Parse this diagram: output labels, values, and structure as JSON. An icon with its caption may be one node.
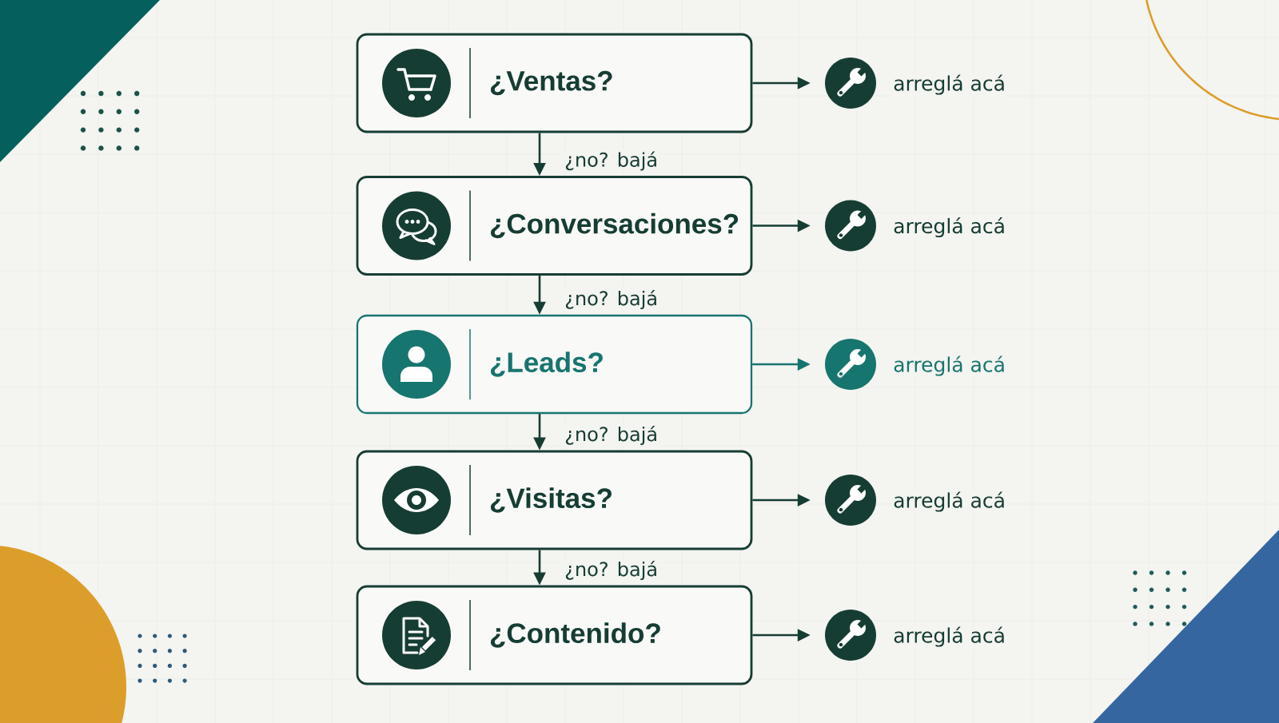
{
  "diagram": {
    "nodes": [
      {
        "text": [
          "¿Ventas?"
        ]
      },
      {
        "text": [],
        "shape": "circle",
        "beside": [
          "arreglá acá"
        ]
      },
      {
        "text": [
          "¿Conversaciones?"
        ]
      },
      {
        "text": [],
        "shape": "circle",
        "beside": [
          "arreglá acá"
        ]
      },
      {
        "text": [
          "¿Leads?"
        ]
      },
      {
        "text": [],
        "shape": "circle",
        "beside": [
          "arreglá acá"
        ]
      },
      {
        "text": [
          "¿Visitas?"
        ]
      },
      {
        "text": [],
        "shape": "circle",
        "beside": [
          "arreglá acá"
        ]
      },
      {
        "text": [
          "¿Contenido?"
        ]
      },
      {
        "text": [],
        "shape": "circle",
        "beside": [
          "arreglá acá"
        ]
      }
    ],
    "edges": [
      {
        "from": 0,
        "to": 1,
        "arrow": "to"
      },
      {
        "from": 0,
        "to": 2,
        "arrow": "to",
        "label": "¿no? bajá"
      },
      {
        "from": 2,
        "to": 3,
        "arrow": "to"
      },
      {
        "from": 2,
        "to": 4,
        "arrow": "to",
        "label": "¿no? bajá"
      },
      {
        "from": 4,
        "to": 5,
        "arrow": "to",
        "color": "#17756f"
      },
      {
        "from": 4,
        "to": 6,
        "arrow": "to",
        "label": "¿no? bajá"
      },
      {
        "from": 6,
        "to": 7,
        "arrow": "to"
      },
      {
        "from": 6,
        "to": 8,
        "arrow": "to",
        "label": "¿no? bajá"
      },
      {
        "from": 8,
        "to": 9,
        "arrow": "to"
      }
    ]
  }
}
